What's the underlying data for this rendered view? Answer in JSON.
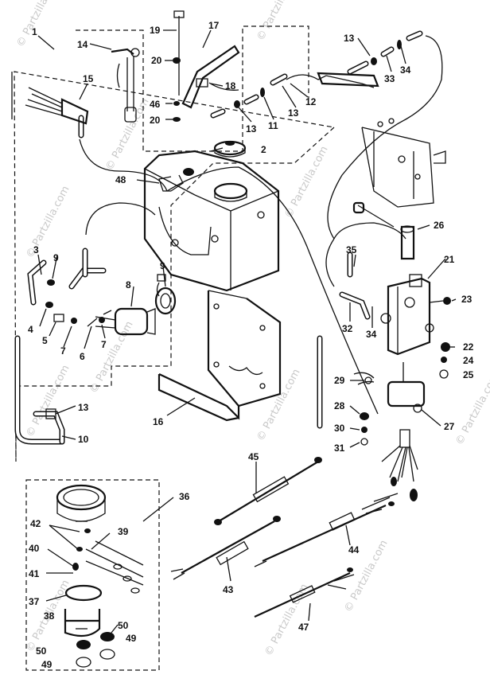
{
  "watermark": {
    "text": "© Partzilla.com",
    "color": "#c9c9c9"
  },
  "colors": {
    "ink": "#111111",
    "paper": "#ffffff"
  },
  "labels": {
    "p1": "1",
    "p2": "2",
    "p3": "3",
    "p4": "4",
    "p5": "5",
    "p6": "6",
    "p7": "7",
    "p8": "8",
    "p9": "9",
    "p10": "10",
    "p11": "11",
    "p12": "12",
    "p13": "13",
    "p14": "14",
    "p15": "15",
    "p16": "16",
    "p17": "17",
    "p18": "18",
    "p19": "19",
    "p20": "20",
    "p21": "21",
    "p22": "22",
    "p23": "23",
    "p24": "24",
    "p25": "25",
    "p26": "26",
    "p27": "27",
    "p28": "28",
    "p29": "29",
    "p30": "30",
    "p31": "31",
    "p32": "32",
    "p33": "33",
    "p34": "34",
    "p35": "35",
    "p36": "36",
    "p37": "37",
    "p38": "38",
    "p39": "39",
    "p40": "40",
    "p41": "41",
    "p42": "42",
    "p43": "43",
    "p44": "44",
    "p45": "45",
    "p46": "46",
    "p47": "47",
    "p48": "48",
    "p49": "49",
    "p50": "50"
  }
}
